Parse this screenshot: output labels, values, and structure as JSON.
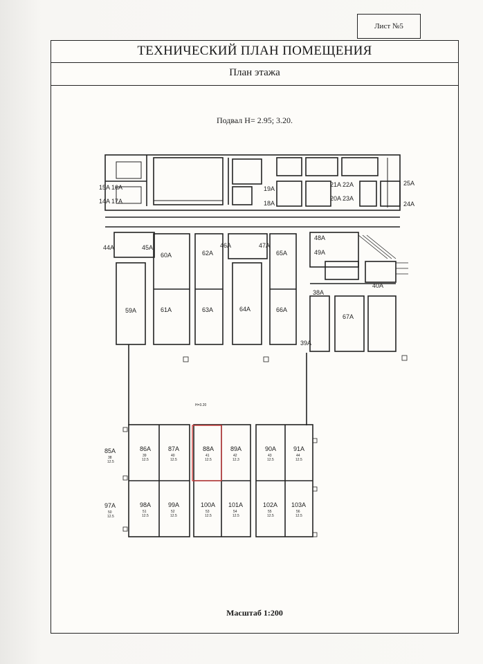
{
  "sheet_label": "Лист №5",
  "title": "ТЕХНИЧЕСКИЙ ПЛАН ПОМЕЩЕНИЯ",
  "subtitle": "План этажа",
  "floor_caption": "Подвал  H= 2.95; 3.20.",
  "scale_caption": "Масштаб 1:200",
  "colors": {
    "line": "#222222",
    "highlight": "#d43a3a",
    "paper": "#fdfcf9"
  },
  "top_rooms": [
    {
      "label": "15A 16A"
    },
    {
      "label": "14A 17A"
    },
    {
      "label": "19A"
    },
    {
      "label": "18A"
    },
    {
      "label": "21A 22A"
    },
    {
      "label": "20A 23A"
    },
    {
      "label": "25A"
    },
    {
      "label": "24A"
    }
  ],
  "mid_labels": {
    "r44": "44A",
    "r45": "45A",
    "r46": "46A",
    "r47": "47A",
    "r48": "48A",
    "r49": "49A",
    "r40": "40A",
    "r38": "38A",
    "r39": "39A",
    "r59": "59A",
    "r60": "60A",
    "r61": "61A",
    "r62": "62A",
    "r63": "63A",
    "r64": "64A",
    "r65": "65A",
    "r66": "66A",
    "r67": "67A"
  },
  "hall_height": "H=3.20",
  "bottom_rooms": {
    "row1": [
      {
        "label": "85A",
        "sub1": "38",
        "sub2": "12.5"
      },
      {
        "label": "86A",
        "sub1": "39",
        "sub2": "12.5"
      },
      {
        "label": "87A",
        "sub1": "40",
        "sub2": "12.5"
      },
      {
        "label": "88A",
        "sub1": "41",
        "sub2": "12.5"
      },
      {
        "label": "89A",
        "sub1": "42",
        "sub2": "12.3"
      },
      {
        "label": "90A",
        "sub1": "43",
        "sub2": "12.5"
      },
      {
        "label": "91A",
        "sub1": "44",
        "sub2": "12.5"
      }
    ],
    "row2": [
      {
        "label": "97A",
        "sub1": "50",
        "sub2": "12.5"
      },
      {
        "label": "98A",
        "sub1": "51",
        "sub2": "12.5"
      },
      {
        "label": "99A",
        "sub1": "52",
        "sub2": "12.5"
      },
      {
        "label": "100A",
        "sub1": "53",
        "sub2": "12.5"
      },
      {
        "label": "101A",
        "sub1": "54",
        "sub2": "12.5"
      },
      {
        "label": "102A",
        "sub1": "55",
        "sub2": "12.5"
      },
      {
        "label": "103A",
        "sub1": "56",
        "sub2": "12.5"
      }
    ]
  }
}
